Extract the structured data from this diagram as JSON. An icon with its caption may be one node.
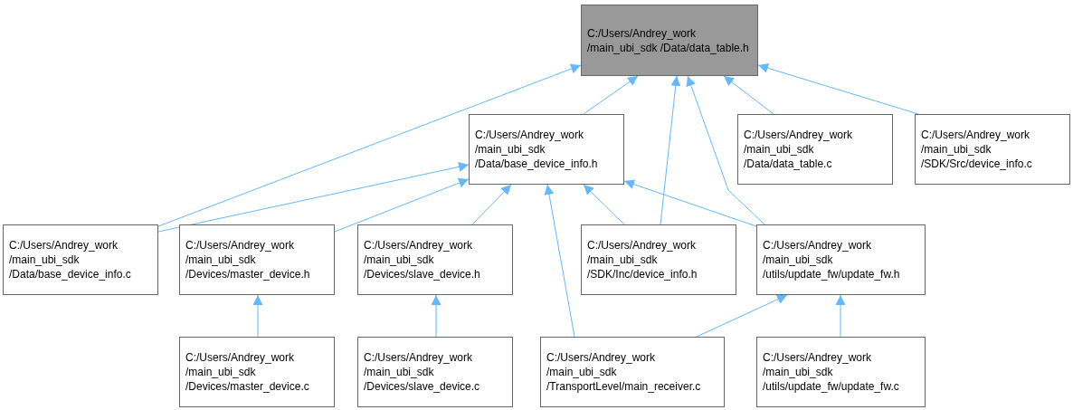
{
  "diagram": {
    "nodes": [
      {
        "text": [
          "C:/Users/Andrey_work /main_ubi_sdk /Data/data_table.h"
        ]
      },
      {
        "text": [
          "C:/Users/Andrey_work /main_ubi_sdk /Data/base_device_info.h"
        ]
      },
      {
        "text": [
          "C:/Users/Andrey_work /main_ubi_sdk /Data/data_table.c"
        ]
      },
      {
        "text": [
          "C:/Users/Andrey_work /main_ubi_sdk /SDK/Src/device_info.c"
        ]
      },
      {
        "text": [
          "C:/Users/Andrey_work /main_ubi_sdk /Data/base_device_info.c"
        ]
      },
      {
        "text": [
          "C:/Users/Andrey_work /main_ubi_sdk /Devices/master_device.h"
        ]
      },
      {
        "text": [
          "C:/Users/Andrey_work /main_ubi_sdk /Devices/slave_device.h"
        ]
      },
      {
        "text": [
          "C:/Users/Andrey_work /main_ubi_sdk /SDK/Inc/device_info.h"
        ]
      },
      {
        "text": [
          "C:/Users/Andrey_work /main_ubi_sdk /utils/update_fw/update_fw.h"
        ]
      },
      {
        "text": [
          "C:/Users/Andrey_work /main_ubi_sdk /Devices/master_device.c"
        ]
      },
      {
        "text": [
          "C:/Users/Andrey_work /main_ubi_sdk /Devices/slave_device.c"
        ]
      },
      {
        "text": [
          "C:/Users/Andrey_work /main_ubi_sdk /TransportLevel/main_receiver.c"
        ]
      },
      {
        "text": [
          "C:/Users/Andrey_work /main_ubi_sdk /utils/update_fw/update_fw.c"
        ]
      }
    ],
    "edges": [
      {
        "from": 4,
        "to": 0,
        "arrow": "to"
      },
      {
        "from": 1,
        "to": 0,
        "arrow": "to"
      },
      {
        "from": 7,
        "to": 0,
        "arrow": "to"
      },
      {
        "from": 8,
        "to": 0,
        "arrow": "to"
      },
      {
        "from": 2,
        "to": 0,
        "arrow": "to"
      },
      {
        "from": 3,
        "to": 0,
        "arrow": "to"
      },
      {
        "from": 4,
        "to": 1,
        "arrow": "to"
      },
      {
        "from": 5,
        "to": 1,
        "arrow": "to"
      },
      {
        "from": 6,
        "to": 1,
        "arrow": "to"
      },
      {
        "from": 11,
        "to": 1,
        "arrow": "to"
      },
      {
        "from": 7,
        "to": 1,
        "arrow": "to"
      },
      {
        "from": 8,
        "to": 1,
        "arrow": "to"
      },
      {
        "from": 9,
        "to": 5,
        "arrow": "to"
      },
      {
        "from": 10,
        "to": 6,
        "arrow": "to"
      },
      {
        "from": 11,
        "to": 8,
        "arrow": "to"
      },
      {
        "from": 12,
        "to": 8,
        "arrow": "to"
      }
    ]
  }
}
